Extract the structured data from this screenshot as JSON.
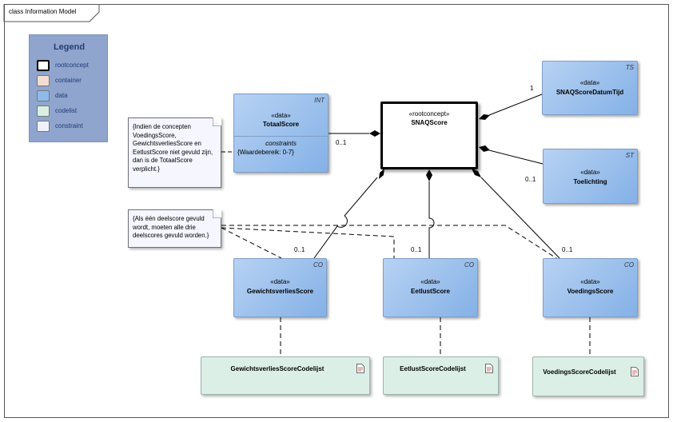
{
  "frame": {
    "title": "class Information Model"
  },
  "legend": {
    "title": "Legend",
    "items": [
      {
        "label": "rootconcept",
        "color": "#ffffff",
        "border": "#000000"
      },
      {
        "label": "container",
        "color": "#f4dcd0",
        "border": "#999999"
      },
      {
        "label": "data",
        "color": "#8fb9ea",
        "border": "#6f8fb8"
      },
      {
        "label": "codelist",
        "color": "#d9f0e3",
        "border": "#8fb3a0"
      },
      {
        "label": "constraint",
        "color": "#eef0fb",
        "border": "#8a8fa8"
      }
    ]
  },
  "classes": {
    "snaqscore": {
      "stereotype": "«rootconcept»",
      "name": "SNAQScore"
    },
    "totaalscore": {
      "stereotype": "«data»",
      "name": "TotaalScore",
      "tag": "INT",
      "constraints_header": "constraints",
      "constraint": "{Waardebereik: 0-7}"
    },
    "datumtijd": {
      "stereotype": "«data»",
      "name": "SNAQScoreDatumTijd",
      "tag": "TS"
    },
    "toelichting": {
      "stereotype": "«data»",
      "name": "Toelichting",
      "tag": "ST"
    },
    "gewichtsverlies": {
      "stereotype": "«data»",
      "name": "GewichtsverliesScore",
      "tag": "CO"
    },
    "eetlust": {
      "stereotype": "«data»",
      "name": "EetlustScore",
      "tag": "CO"
    },
    "voedings": {
      "stereotype": "«data»",
      "name": "VoedingsScore",
      "tag": "CO"
    },
    "gewichtsverlies_codelijst": {
      "name": "GewichtsverliesScoreCodelijst"
    },
    "eetlust_codelijst": {
      "name": "EetlustScoreCodelijst"
    },
    "voedings_codelijst": {
      "name": "VoedingsScoreCodelijst"
    }
  },
  "notes": {
    "totaalscore_note": "{Indien de concepten VoedingsScore, GewichtsverliesScore en EetlustScore niet gevuld zijn, dan is de TotaalScore verplicht.}",
    "deelscore_note": "{Als één deelscore gevuld wordt, moeten alle drie deelscores gevuld worden.}"
  },
  "multiplicities": {
    "totaalscore": "0..1",
    "datumtijd": "1",
    "toelichting": "0..1",
    "gewichtsverlies": "0..1",
    "eetlust": "0..1",
    "voedings": "0..1"
  }
}
